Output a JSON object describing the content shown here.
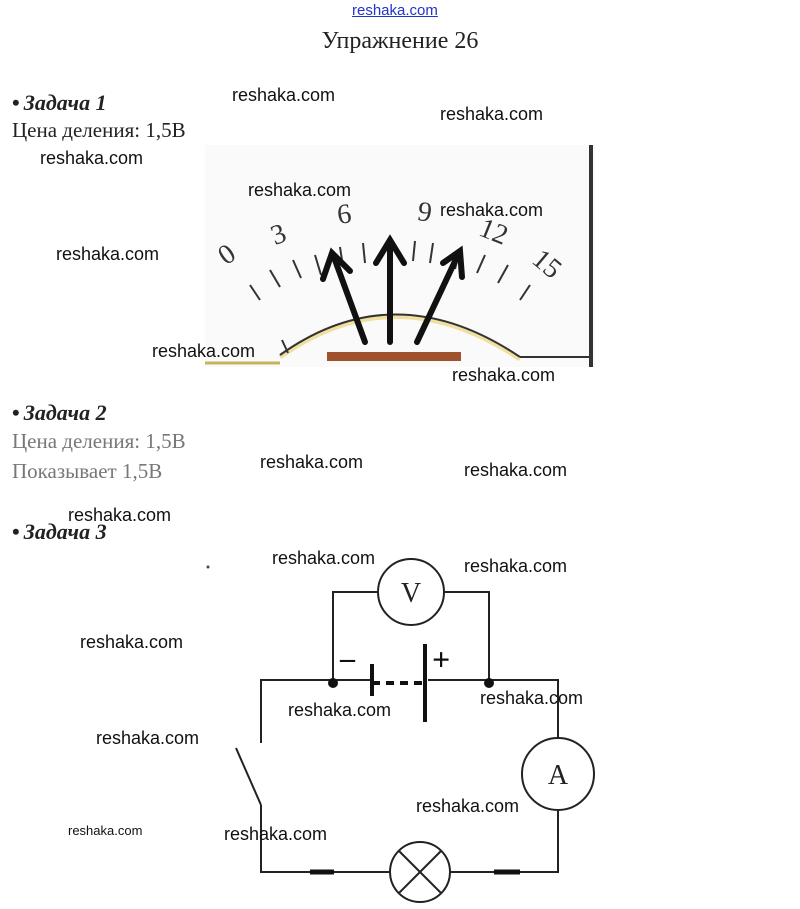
{
  "header": {
    "site_link": "reshaka.com",
    "title": "Упражнение 26"
  },
  "tasks": [
    {
      "heading": "Задача 1",
      "lines": [
        "Цена деления: 1,5В"
      ]
    },
    {
      "heading": "Задача 2",
      "lines": [
        "Цена деления: 1,5В",
        "Показывает 1,5В"
      ]
    },
    {
      "heading": "Задача 3",
      "lines": []
    }
  ],
  "bullet": "•",
  "meter": {
    "scale_labels": [
      "0",
      "3",
      "6",
      "9",
      "12",
      "15"
    ],
    "colors": {
      "frame": "#333333",
      "arc": "#f0e0a0",
      "bar": "#a0522d",
      "arrow": "#111111"
    }
  },
  "circuit": {
    "voltmeter_label": "V",
    "ammeter_label": "A",
    "battery_minus": "–",
    "battery_plus": "+"
  },
  "watermarks": {
    "text": "reshaka.com",
    "small_text": "reshaka.com"
  }
}
